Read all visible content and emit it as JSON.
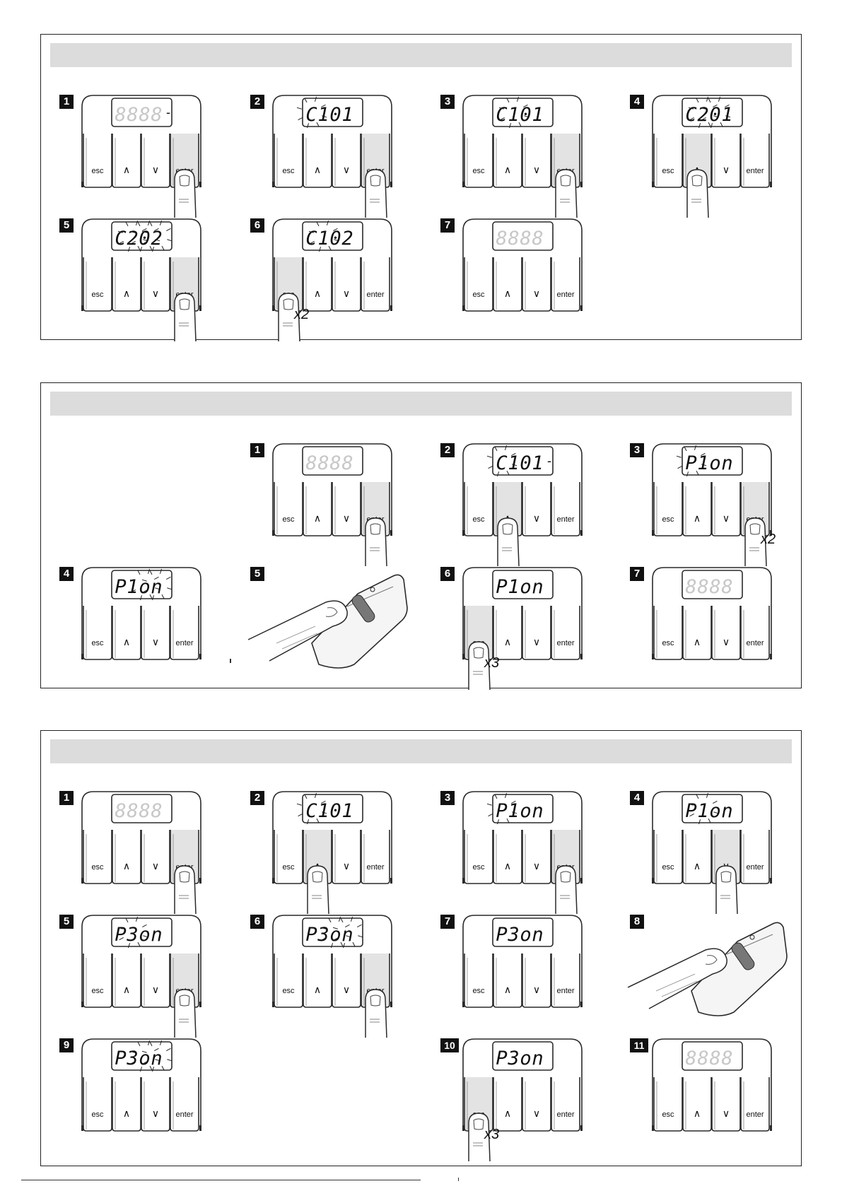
{
  "keys": {
    "esc": "esc",
    "up": "∧",
    "down": "∨",
    "enter": "enter"
  },
  "colors": {
    "frame": "#2a2a2a",
    "panel_bar": "#dcdcdc",
    "dim_digits": "#c8c8c8",
    "lcd_text": "#111111",
    "pressed": "#e3e3e3"
  },
  "panels": [
    {
      "name": "panel-1",
      "steps": [
        {
          "num": "1",
          "display": "8888",
          "extra": "-",
          "lit": false,
          "blink": [],
          "press": "enter",
          "count": ""
        },
        {
          "num": "2",
          "display": "C101",
          "extra": "",
          "lit": true,
          "blink": [
            0
          ],
          "press": "enter",
          "count": ""
        },
        {
          "num": "3",
          "display": "C101",
          "extra": "",
          "lit": true,
          "blink": [
            1
          ],
          "press": "enter",
          "count": ""
        },
        {
          "num": "4",
          "display": "C201",
          "extra": "",
          "lit": true,
          "blink": [
            1,
            2
          ],
          "press": "up",
          "count": ""
        },
        {
          "num": "5",
          "display": "C202",
          "extra": "",
          "lit": true,
          "blink": [
            1,
            2,
            3
          ],
          "press": "enter",
          "count": ""
        },
        {
          "num": "6",
          "display": "C102",
          "extra": "",
          "lit": true,
          "blink": [
            1
          ],
          "press": "esc",
          "count": "x2"
        },
        {
          "num": "7",
          "display": "8888",
          "extra": "",
          "lit": false,
          "blink": [],
          "press": "",
          "count": ""
        }
      ]
    },
    {
      "name": "panel-2",
      "steps": [
        {
          "num": "1",
          "display": "8888",
          "extra": "",
          "lit": false,
          "blink": [],
          "press": "enter",
          "count": ""
        },
        {
          "num": "2",
          "display": "C101",
          "extra": "-",
          "lit": true,
          "blink": [
            0
          ],
          "press": "up",
          "count": ""
        },
        {
          "num": "3",
          "display": "P1on",
          "extra": "",
          "lit": true,
          "blink": [
            0
          ],
          "press": "enter",
          "count": "x2"
        },
        {
          "num": "4",
          "display": "P1on",
          "extra": "",
          "lit": true,
          "blink": [
            2,
            3
          ],
          "press": "",
          "count": ""
        },
        {
          "num": "5",
          "remote": true
        },
        {
          "num": "6",
          "display": "P1on",
          "extra": "",
          "lit": true,
          "blink": [],
          "press": "esc",
          "count": "x3"
        },
        {
          "num": "7",
          "display": "8888",
          "extra": "",
          "lit": false,
          "blink": [],
          "press": "",
          "count": ""
        }
      ]
    },
    {
      "name": "panel-3",
      "steps": [
        {
          "num": "1",
          "display": "8888",
          "extra": "",
          "lit": false,
          "blink": [],
          "press": "enter",
          "count": ""
        },
        {
          "num": "2",
          "display": "C101",
          "extra": "",
          "lit": true,
          "blink": [
            0
          ],
          "press": "up",
          "count": ""
        },
        {
          "num": "3",
          "display": "P1on",
          "extra": "",
          "lit": true,
          "blink": [
            0
          ],
          "press": "enter",
          "count": ""
        },
        {
          "num": "4",
          "display": "P1on",
          "extra": "",
          "lit": true,
          "blink": [
            1
          ],
          "press": "down",
          "count": ""
        },
        {
          "num": "5",
          "display": "P3on",
          "extra": "",
          "lit": true,
          "blink": [
            1
          ],
          "press": "enter",
          "count": ""
        },
        {
          "num": "6",
          "display": "P3on",
          "extra": "",
          "lit": true,
          "blink": [
            2,
            3
          ],
          "press": "enter",
          "count": ""
        },
        {
          "num": "7",
          "display": "P3on",
          "extra": "",
          "lit": true,
          "blink": [],
          "press": "",
          "count": ""
        },
        {
          "num": "8",
          "remote": true
        },
        {
          "num": "9",
          "display": "P3on",
          "extra": "",
          "lit": true,
          "blink": [
            2,
            3
          ],
          "press": "",
          "count": ""
        },
        {
          "num": "10",
          "display": "P3on",
          "extra": "",
          "lit": true,
          "blink": [],
          "press": "esc",
          "count": "x3"
        },
        {
          "num": "11",
          "display": "8888",
          "extra": "",
          "lit": false,
          "blink": [],
          "press": "",
          "count": ""
        }
      ]
    }
  ]
}
